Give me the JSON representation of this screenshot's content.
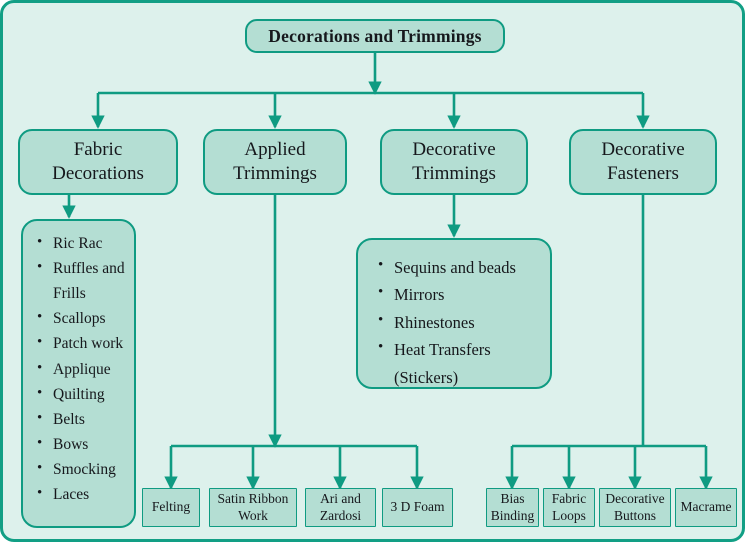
{
  "diagram": {
    "title": "Decorations and Trimmings",
    "root": {
      "label": "Decorations and Trimmings"
    },
    "level2": [
      {
        "id": "fabric-decorations",
        "line1": "Fabric",
        "line2": "Decorations"
      },
      {
        "id": "applied-trimmings",
        "line1": "Applied",
        "line2": "Trimmings"
      },
      {
        "id": "decorative-trimmings",
        "line1": "Decorative",
        "line2": "Trimmings"
      },
      {
        "id": "decorative-fasteners",
        "line1": "Decorative",
        "line2": "Fasteners"
      }
    ],
    "fabric_list": [
      "Ric Rac",
      "Ruffles and Frills",
      "Scallops",
      "Patch work",
      "Applique",
      "Quilting",
      "Belts",
      "Bows",
      "Smocking",
      "Laces"
    ],
    "decorative_trimmings_list": [
      "Sequins and beads",
      "Mirrors",
      "Rhinestones",
      "Heat Transfers (Stickers)"
    ],
    "applied_trimmings_leaves": [
      {
        "line1": "Felting",
        "line2": ""
      },
      {
        "line1": "Satin Ribbon",
        "line2": "Work"
      },
      {
        "line1": "Ari and",
        "line2": "Zardosi"
      },
      {
        "line1": "3 D Foam",
        "line2": ""
      }
    ],
    "decorative_fasteners_leaves": [
      {
        "line1": "Bias",
        "line2": "Binding"
      },
      {
        "line1": "Fabric",
        "line2": "Loops"
      },
      {
        "line1": "Decorative",
        "line2": "Buttons"
      },
      {
        "line1": "Macrame",
        "line2": ""
      }
    ],
    "colors": {
      "background": "#ddf1ec",
      "node_fill": "#b4ded3",
      "stroke": "#0f9b82",
      "text": "#16181c"
    }
  }
}
